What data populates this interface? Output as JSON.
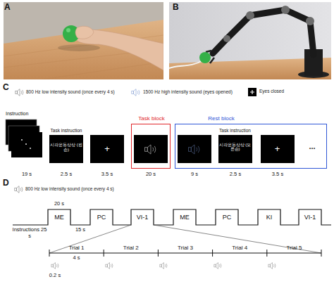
{
  "diagram": {
    "nodes": [
      {
        "text": [
          "Instruction"
        ]
      },
      {
        "text": [
          "Task instruction",
          "시각운동상상 (왼손)"
        ]
      },
      {
        "text": [
          "+"
        ]
      },
      {
        "text": [
          "Task block"
        ]
      },
      {
        "text": [
          "Rest block"
        ]
      },
      {
        "text": [
          "Task instruction",
          "시각운동상상 (오른손)"
        ],
        "in": 4
      },
      {
        "text": [
          "+"
        ],
        "in": 4
      }
    ],
    "labels": [
      "A",
      "B",
      "C",
      "D",
      "19 s",
      "2.5 s",
      "3.5 s",
      "20 s",
      "9 s",
      "2.5 s",
      "3.5 s",
      "...",
      "ME",
      "PC",
      "VI-1",
      "ME",
      "PC",
      "KI",
      "VI-1",
      "20 s",
      "15 s",
      "Instructions 25 s",
      "Trial 1",
      "Trial 2",
      "Trial 3",
      "Trial 4",
      "Trial 5",
      "4 s",
      "0.2 s"
    ],
    "legend": [
      {
        "text": "800 Hz low intensity sound (once every 4 s)"
      },
      {
        "text": "1500 Hz high intensity sound (eyes opened)"
      },
      {
        "text": "Eyes closed"
      },
      {
        "text": "800 Hz low intensity sound (once every 4 s)"
      }
    ]
  }
}
